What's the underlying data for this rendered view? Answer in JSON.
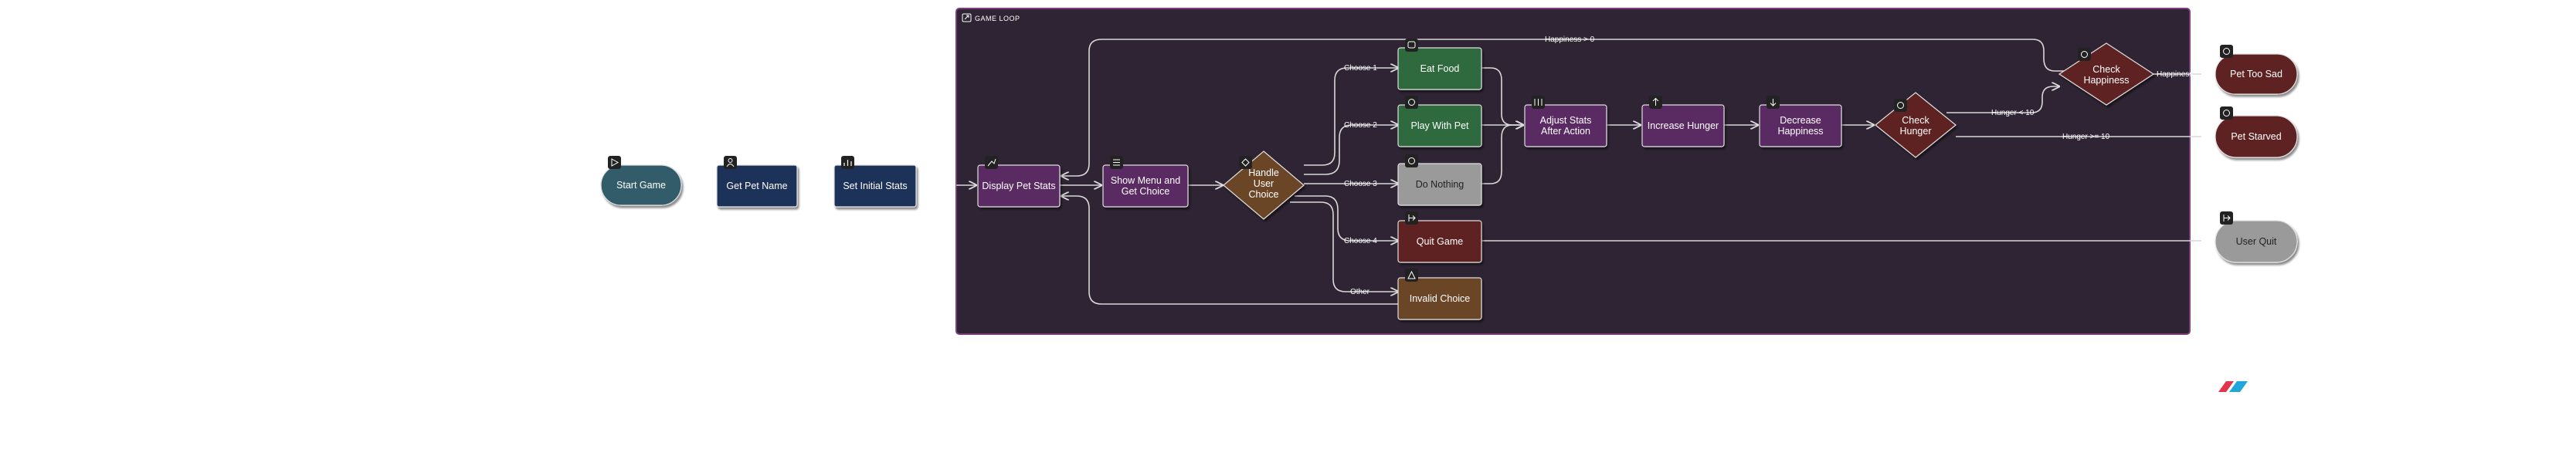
{
  "group": {
    "label": "GAME LOOP",
    "icon": "loop-icon"
  },
  "nodes": {
    "start_game": {
      "label": "Start Game",
      "icon": "play-icon"
    },
    "get_pet_name": {
      "label": "Get Pet Name",
      "icon": "user-icon"
    },
    "set_initial_stats": {
      "label": "Set Initial Stats",
      "icon": "chart-icon"
    },
    "display_pet_stats": {
      "label": "Display Pet Stats",
      "icon": "stats-icon"
    },
    "show_menu": {
      "label": "Show Menu and Get Choice",
      "icon": "menu-icon"
    },
    "handle_user_choice": {
      "label": "Handle User Choice",
      "icon": "decision-icon"
    },
    "eat_food": {
      "label": "Eat Food",
      "icon": "food-icon"
    },
    "play_with_pet": {
      "label": "Play With Pet",
      "icon": "play-ball-icon"
    },
    "do_nothing": {
      "label": "Do Nothing",
      "icon": "pause-icon"
    },
    "quit_game": {
      "label": "Quit Game",
      "icon": "exit-icon"
    },
    "invalid_choice": {
      "label": "Invalid Choice",
      "icon": "warning-icon"
    },
    "adjust_stats": {
      "label": "Adjust Stats After Action",
      "icon": "sliders-icon"
    },
    "increase_hunger": {
      "label": "Increase Hunger",
      "icon": "arrow-up-icon"
    },
    "decrease_happiness": {
      "label": "Decrease Happiness",
      "icon": "arrow-down-icon"
    },
    "check_hunger": {
      "label": "Check Hunger",
      "icon": "check-icon"
    },
    "check_happiness": {
      "label": "Check Happiness",
      "icon": "check-icon"
    },
    "pet_too_sad": {
      "label": "Pet Too Sad",
      "icon": "sad-icon"
    },
    "pet_starved": {
      "label": "Pet Starved",
      "icon": "skull-icon"
    },
    "user_quit": {
      "label": "User Quit",
      "icon": "exit-icon"
    }
  },
  "edges": {
    "choose_1": "Choose 1",
    "choose_2": "Choose 2",
    "choose_3": "Choose 3",
    "choose_4": "Choose 4",
    "other": "Other",
    "happiness_ge_0": "Happiness > 0",
    "happiness_le_0": "Happiness",
    "hunger_lt_10": "Hunger < 10",
    "hunger_ge_10": "Hunger >= 10"
  },
  "colors": {
    "group_bg": "#2e2433",
    "group_border": "#7a3e7a",
    "navy": "#1f3358",
    "teal": "#315c6b",
    "purple": "#5a2c63",
    "green": "#2f6a3c",
    "gray": "#9a9a9a",
    "red": "#5e2222",
    "brown": "#6a4426",
    "diamond_brown": "#6a4426",
    "diamond_red": "#5e2222"
  }
}
